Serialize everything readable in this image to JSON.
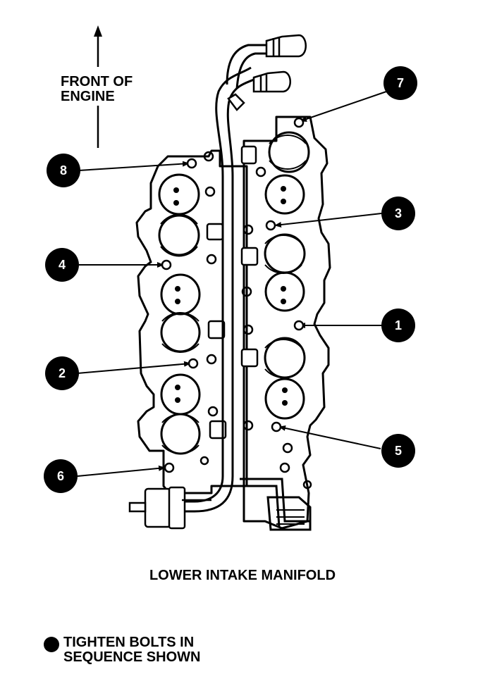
{
  "direction_label": [
    "FRONT OF",
    "ENGINE"
  ],
  "caption": "LOWER INTAKE MANIFOLD",
  "legend_lines": [
    "TIGHTEN BOLTS IN",
    "SEQUENCE SHOWN"
  ],
  "callouts": [
    {
      "number": "1"
    },
    {
      "number": "2"
    },
    {
      "number": "3"
    },
    {
      "number": "4"
    },
    {
      "number": "5"
    },
    {
      "number": "6"
    },
    {
      "number": "7"
    },
    {
      "number": "8"
    }
  ],
  "colors": {
    "ink": "#000000",
    "paper": "#ffffff",
    "badge_text": "#ffffff"
  }
}
